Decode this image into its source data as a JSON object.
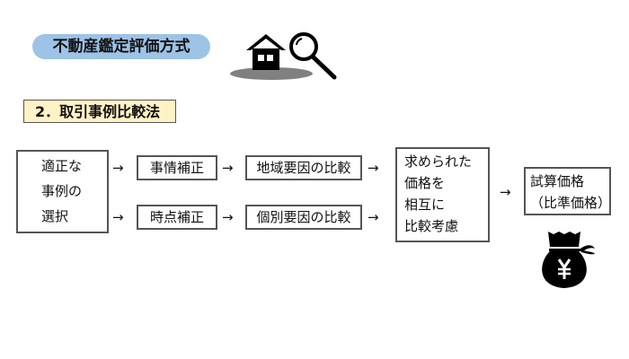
{
  "header": {
    "title": "不動産鑑定評価方式"
  },
  "section": {
    "title": "2．取引事例比較法"
  },
  "icons": {
    "house_search": "house-magnifier-icon",
    "money_bag": "yen-money-bag-icon"
  },
  "diagram": {
    "start": {
      "lines": [
        "適正な",
        "事例の",
        "選択"
      ]
    },
    "row1": {
      "step1": "事情補正",
      "step2": "地域要因の比較"
    },
    "row2": {
      "step1": "時点補正",
      "step2": "個別要因の比較"
    },
    "compare": {
      "lines": [
        "求められた",
        "価格を",
        "相互に",
        "比較考慮"
      ]
    },
    "result": {
      "lines": [
        "試算価格",
        "（比準価格）"
      ]
    },
    "arrow": "→"
  }
}
